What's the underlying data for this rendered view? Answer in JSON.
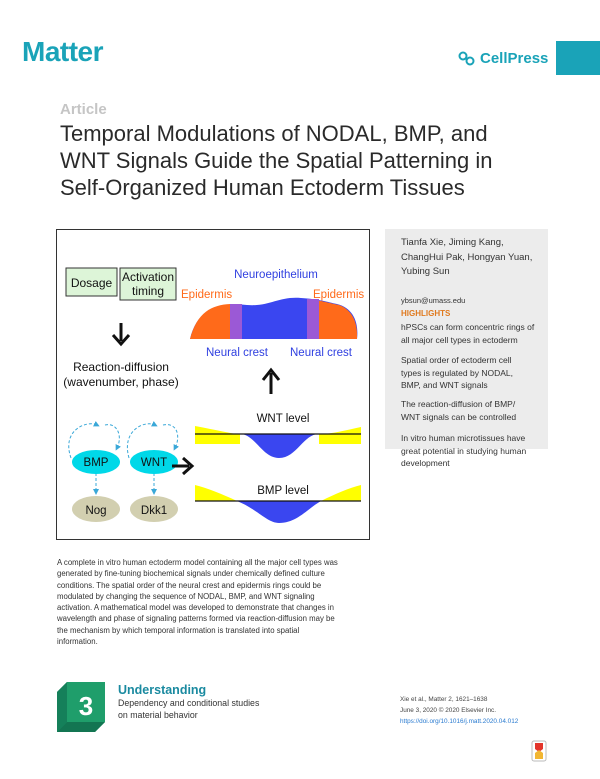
{
  "header": {
    "journal": "Matter",
    "publisher": "CellPress",
    "publisher_icon": "cellpress-logo-icon"
  },
  "article_type": "Article",
  "title_lines": [
    "Temporal Modulations of NODAL, BMP, and",
    "WNT Signals Guide the Spatial Patterning in",
    "Self-Organized Human Ectoderm Tissues"
  ],
  "graphical_abstract": {
    "dosage": "Dosage",
    "activation": "Activation",
    "timing": "timing",
    "reaction_diffusion": "Reaction-diffusion",
    "wavenumber_phase": "(wavenumber, phase)",
    "neuroepithelium": "Neuroepithelium",
    "epidermis_left": "Epidermis",
    "epidermis_right": "Epidermis",
    "neural_crest_left": "Neural crest",
    "neural_crest_right": "Neural crest",
    "wnt_level": "WNT level",
    "bmp_level": "BMP level",
    "bmp": "BMP",
    "wnt": "WNT",
    "nog": "Nog",
    "dkk1": "Dkk1",
    "colors": {
      "epidermis": "#ff6a1a",
      "neural_crest": "#9b59d6",
      "neuroepithelium": "#3a46f0",
      "signal_high": "#ffff00",
      "signal_low": "#3a46f0",
      "bmp_wnt_node": "#00d8e8",
      "inhibitor_node": "#d2cfb0",
      "label_orange": "#ff6a1a",
      "label_blue": "#2f3fe0",
      "box_fill": "#ddf5d8"
    }
  },
  "sidebar": {
    "authors": [
      "Tianfa Xie, Jiming Kang,",
      "ChangHui Pak, Hongyan Yuan,",
      "Yubing Sun"
    ],
    "email": "ybsun@umass.edu",
    "highlights_heading": "HIGHLIGHTS",
    "highlights": [
      [
        "hPSCs can form concentric rings of",
        "all major cell types in ectoderm"
      ],
      [
        "Spatial order of ectoderm cell",
        "types is regulated by NODAL,",
        "BMP, and WNT signals"
      ],
      [
        "The reaction-diffusion of BMP/",
        "WNT signals can be controlled"
      ],
      [
        "In vitro human microtissues have",
        "great potential in studying human",
        "development"
      ]
    ]
  },
  "summary_lines": [
    "A complete in vitro human ectoderm model containing all the major cell types was",
    "generated by fine-tuning biochemical signals under chemically defined culture",
    "conditions. The spatial order of the neural crest and epidermis rings could be",
    "modulated by changing the sequence of NODAL, BMP, and WNT signaling",
    "activation. A mathematical model was developed to demonstrate that changes in",
    "wavelength and phase of signaling patterns formed via reaction-diffusion may be",
    "the mechanism by which temporal information is translated into spatial",
    "information."
  ],
  "understanding": {
    "level": "3",
    "title": "Understanding",
    "desc_lines": [
      "Dependency and conditional studies",
      "on material behavior"
    ]
  },
  "citation": {
    "line1": "Xie et al., Matter 2, 1621–1638",
    "line2": "June 3, 2020 © 2020 Elsevier Inc.",
    "doi": "https://doi.org/10.1016/j.matt.2020.04.012"
  },
  "crossmark_icon": "crossmark-icon"
}
